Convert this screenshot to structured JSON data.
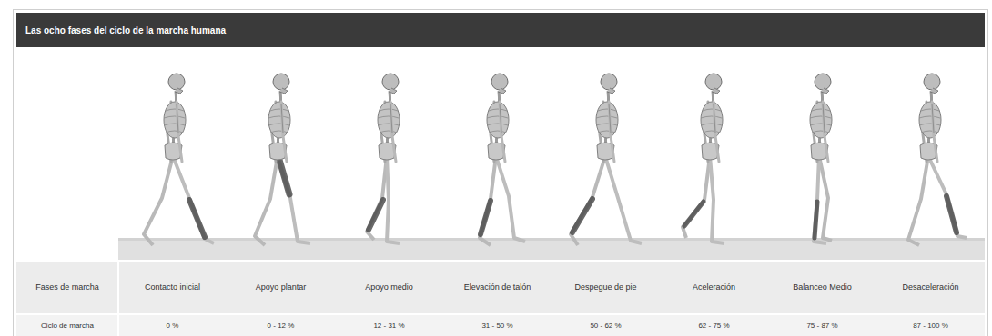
{
  "diagram": {
    "title": "Las ocho fases del ciclo de la marcha humana",
    "labels": [
      "Fases de marcha",
      "Contacto inicial",
      "Apoyo plantar",
      "Apoyo medio",
      "Elevación de talón",
      "Despegue de pie",
      "Aceleración",
      "Balanceo Medio",
      "Desaceleración",
      "Ciclo de marcha",
      "0 %",
      "0 - 12 %",
      "12 - 31 %",
      "31 - 50 %",
      "50 - 62 %",
      "62 - 75 %",
      "75 - 87 %",
      "87 - 100 %"
    ]
  }
}
